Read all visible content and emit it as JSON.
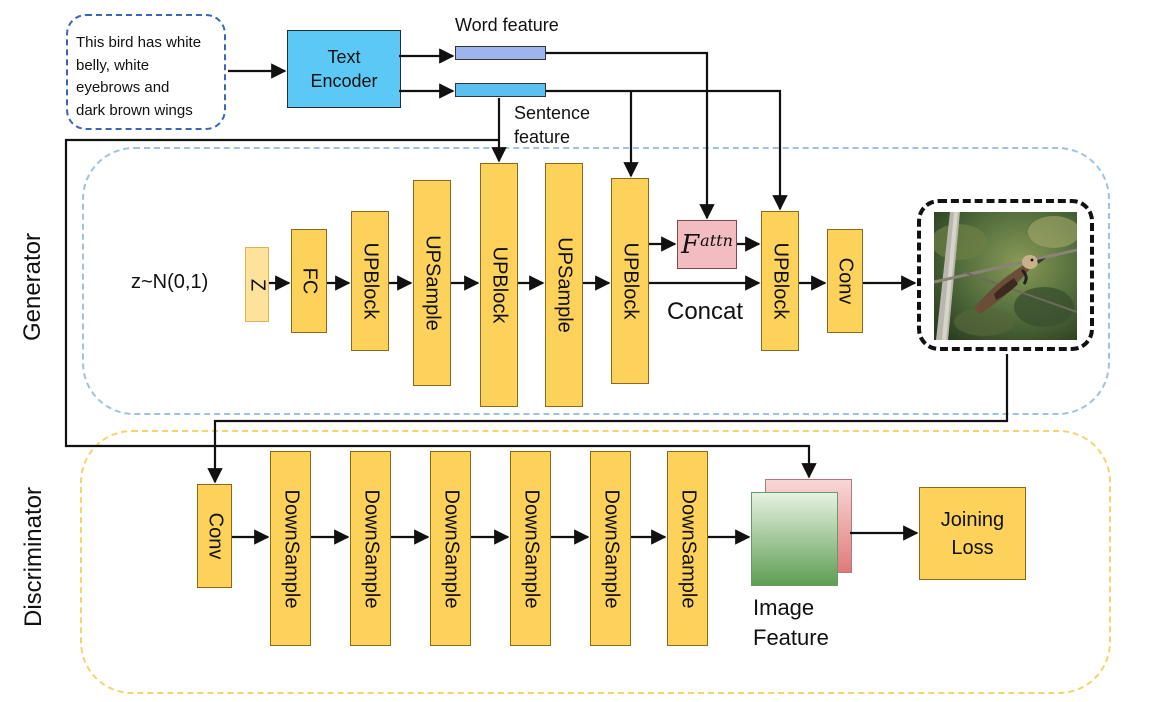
{
  "labels": {
    "generator": "Generator",
    "discriminator": "Discriminator",
    "caption": [
      "This bird has white",
      "belly, white",
      "eyebrows and",
      "dark brown wings"
    ],
    "text_encoder": [
      "Text",
      "Encoder"
    ],
    "word_feature": "Word feature",
    "sentence_feature": [
      "Sentence",
      "feature"
    ],
    "noise": "z~N(0,1)",
    "concat": "Concat",
    "attn_symbol": "F",
    "attn_superscript": "attn",
    "image_feature": [
      "Image",
      "Feature"
    ],
    "joining_loss": [
      "Joining",
      "Loss"
    ]
  },
  "generator_blocks": [
    "Z",
    "FC",
    "UPBlock",
    "UPSample",
    "UPBlock",
    "UPSample",
    "UPBlock",
    "UPBlock",
    "Conv"
  ],
  "discriminator_blocks": [
    "Conv",
    "DownSample",
    "DownSample",
    "DownSample",
    "DownSample",
    "DownSample",
    "DownSample"
  ],
  "colors": {
    "block_fill": "#fdd25a",
    "encoder_fill": "#5bc8f5",
    "attn_fill": "#f2bcc0",
    "generator_border": "#9ec3dc",
    "discriminator_border": "#f2d56b",
    "caption_border": "#3a66b8"
  },
  "image": {
    "icon": "bird-photo-icon"
  }
}
